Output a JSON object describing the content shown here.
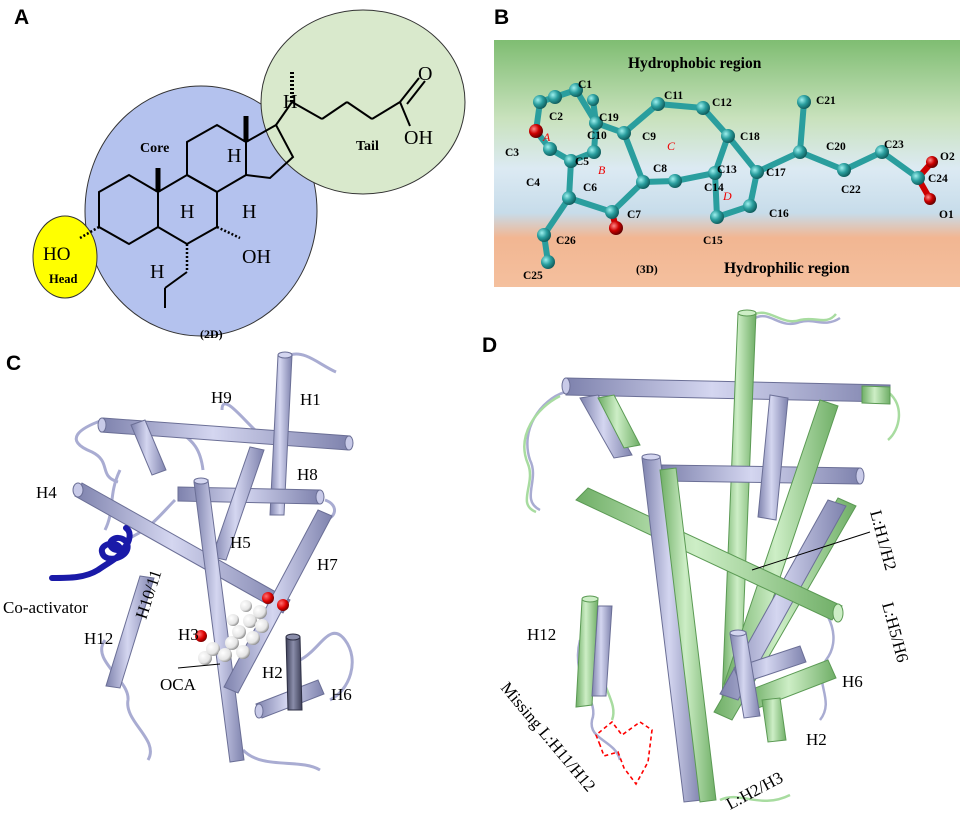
{
  "panels": {
    "a": {
      "letter": "A",
      "caption": "(2D)",
      "regions": {
        "core": "Core",
        "tail": "Tail",
        "head": "Head"
      },
      "groups": {
        "ho": "HO",
        "oh_core": "OH",
        "oh_acid": "OH",
        "o": "O"
      },
      "h_labels": [
        "H",
        "H",
        "H",
        "H",
        "H"
      ],
      "colors": {
        "core": "#b4c2ee",
        "tail": "#d9e9cc",
        "head": "#ffff00"
      }
    },
    "b": {
      "letter": "B",
      "caption": "(3D)",
      "regions": {
        "hydrophobic": "Hydrophobic  region",
        "hydrophilic": "Hydrophilic region"
      },
      "rings": [
        "A",
        "B",
        "C",
        "D"
      ],
      "atoms": [
        "C1",
        "C2",
        "C3",
        "C4",
        "C5",
        "C6",
        "C7",
        "C8",
        "C9",
        "C10",
        "C11",
        "C12",
        "C13",
        "C14",
        "C15",
        "C16",
        "C17",
        "C18",
        "C19",
        "C20",
        "C21",
        "C22",
        "C23",
        "C24",
        "C25",
        "C26",
        "O1",
        "O2"
      ],
      "colors": {
        "hydrophobic": "#86c17a",
        "hydrophilic": "#f3ba95",
        "carbon": "#2a9e9e",
        "oxygen": "#cc0000"
      }
    },
    "c": {
      "letter": "C",
      "helices": [
        "H9",
        "H1",
        "H8",
        "H4",
        "H5",
        "H7",
        "H10/11",
        "H3",
        "H12",
        "H2",
        "H6"
      ],
      "ligand": "OCA",
      "coactivator": "Co-activator",
      "colors": {
        "helix": "#b3b6d9",
        "coactivator": "#1a1aa8"
      }
    },
    "d": {
      "letter": "D",
      "labels": [
        "L:H1/H2",
        "L:H5/H6",
        "H12",
        "H6",
        "H2",
        "L:H2/H3"
      ],
      "missing": "Missing  L:H11/H12",
      "colors": {
        "structure1": "#b3b6d9",
        "structure2": "#a8dca0",
        "missing": "#ff0000"
      }
    }
  }
}
